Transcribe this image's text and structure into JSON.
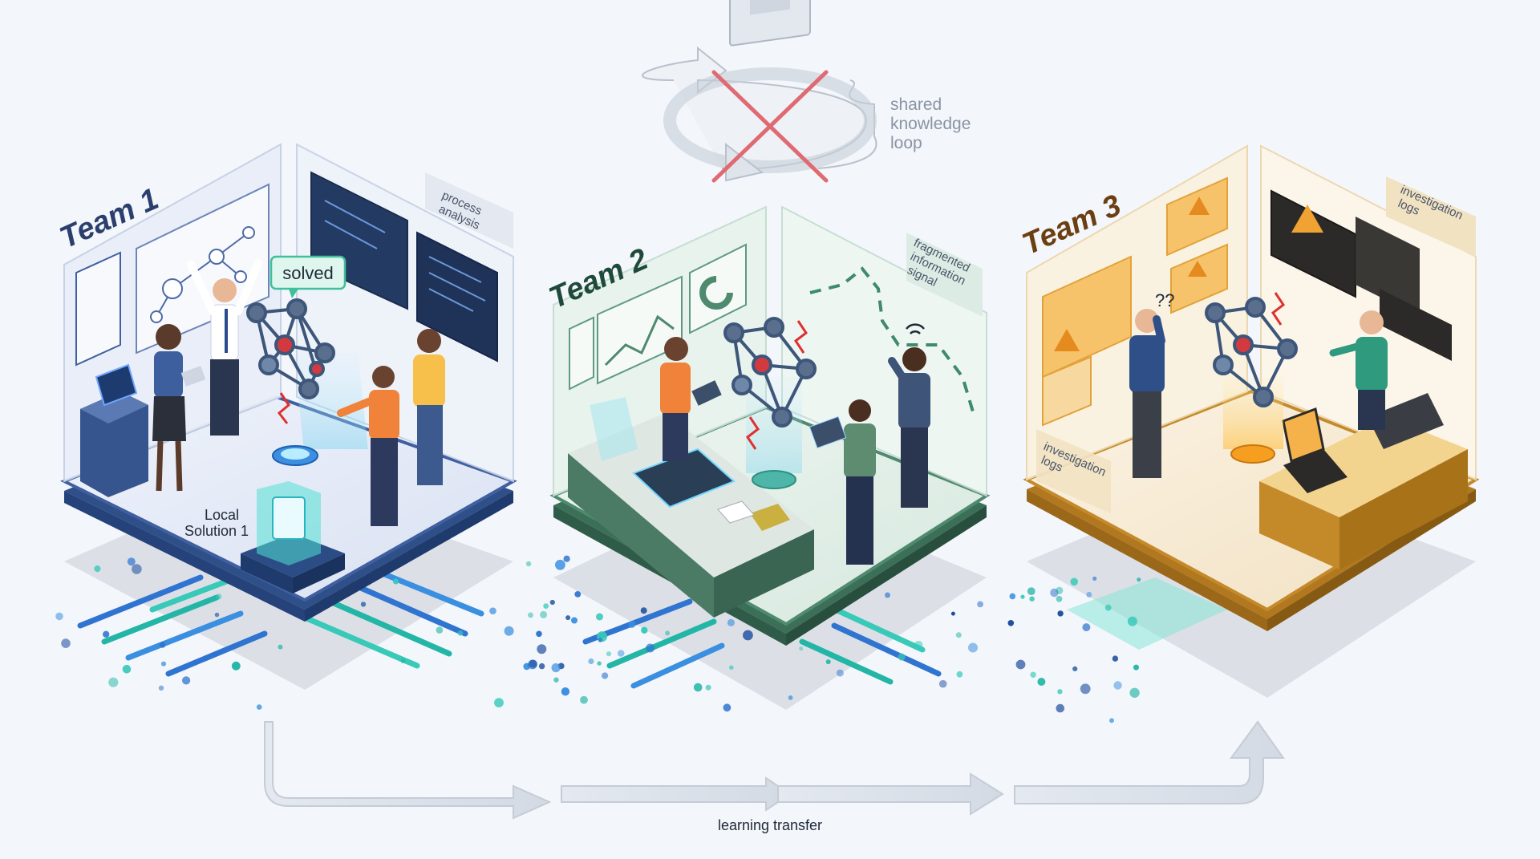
{
  "loop": {
    "label_lines": [
      "shared",
      "knowledge",
      "loop"
    ]
  },
  "teams": [
    {
      "title": "Team 1",
      "tag_lines": [
        "process",
        "analysis"
      ],
      "bubble": "solved",
      "solution_lines": [
        "Local",
        "Solution 1"
      ],
      "color": "#3f5fa0"
    },
    {
      "title": "Team 2",
      "tag_lines": [
        "fragmented",
        "information",
        "signal"
      ],
      "color": "#4f8a6e"
    },
    {
      "title": "Team 3",
      "tag_lines": [
        "investigation",
        "logs"
      ],
      "tag2_lines": [
        "investigation",
        "logs"
      ],
      "question": "??",
      "color": "#c4892a"
    }
  ],
  "transfer": {
    "label": "learning transfer"
  },
  "colors": {
    "team1": "#3f5fa0",
    "team2": "#4f8a6e",
    "team3": "#c4892a",
    "accent_teal": "#2cc9b8",
    "broken": "#e0525a"
  }
}
